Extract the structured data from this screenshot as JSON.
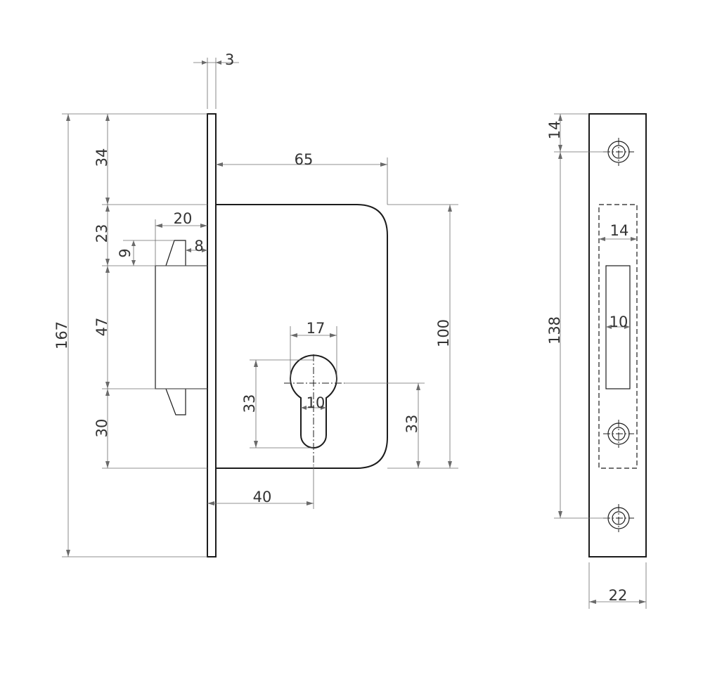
{
  "dimensions": {
    "faceplate_thickness": "3",
    "total_height": "167",
    "top_to_case": "34",
    "latch_offset": "23",
    "latch_width": "20",
    "latch_gap": "9",
    "latch_tip": "8",
    "mid_section": "47",
    "bottom_section": "30",
    "case_depth": "65",
    "case_height": "100",
    "cylinder_width": "17",
    "cylinder_height": "33",
    "cylinder_slot": "10",
    "cylinder_to_bottom": "33",
    "backset": "40",
    "plate_top_hole": "14",
    "plate_hole_spacing": "138",
    "strike_width": "14",
    "strike_slot": "10",
    "plate_width": "22"
  }
}
